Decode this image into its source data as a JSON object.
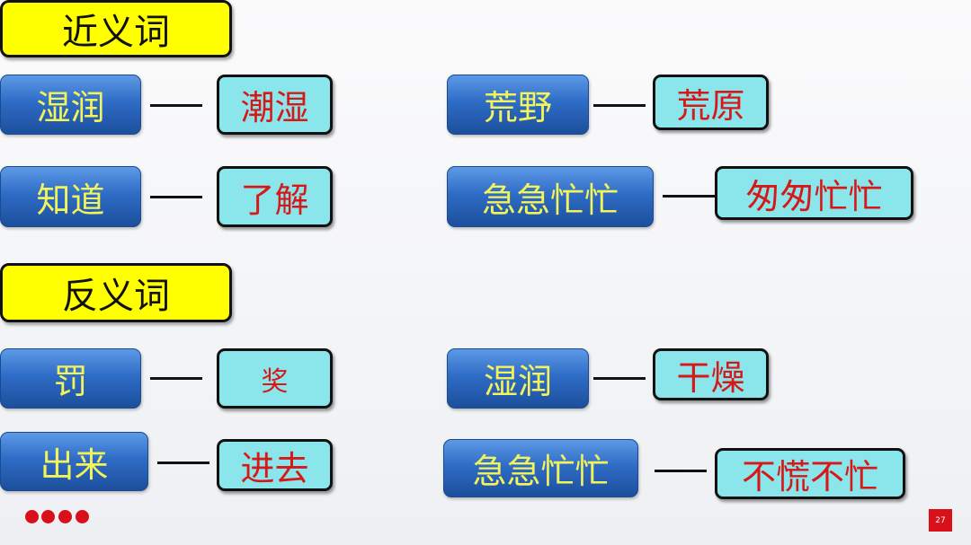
{
  "synonyms": {
    "title": "近义词",
    "pairs": [
      {
        "word": "湿润",
        "match": "潮湿"
      },
      {
        "word": "荒野",
        "match": "荒原"
      },
      {
        "word": "知道",
        "match": "了解"
      },
      {
        "word": "急急忙忙",
        "match": "匆匆忙忙"
      }
    ]
  },
  "antonyms": {
    "title": "反义词",
    "pairs": [
      {
        "word": "罚",
        "match": "奖"
      },
      {
        "word": "湿润",
        "match": "干燥"
      },
      {
        "word": "出来",
        "match": "进去"
      },
      {
        "word": "急急忙忙",
        "match": "不慌不忙"
      }
    ]
  },
  "page_number": "27",
  "colors": {
    "header": "#ffff00",
    "word_box": "#2f6cc6",
    "match_box": "#8ae6ea",
    "match_text": "#d81818",
    "accent": "#d9101a"
  }
}
